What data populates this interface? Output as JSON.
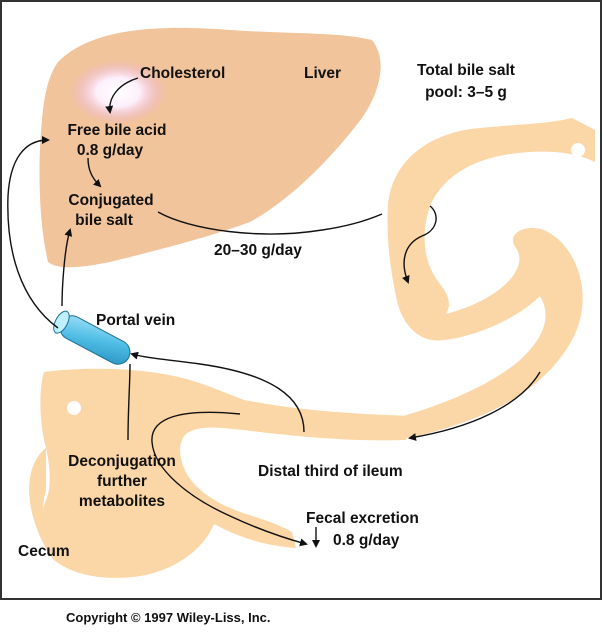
{
  "labels": {
    "cholesterol": "Cholesterol",
    "liver": "Liver",
    "total_pool_line1": "Total bile salt",
    "total_pool_line2": "pool: 3–5 g",
    "free_bile_acid_line1": "Free bile acid",
    "free_bile_acid_line2": "0.8 g/day",
    "conjugated_line1": "Conjugated",
    "conjugated_line2": "bile salt",
    "flow_rate": "20–30 g/day",
    "portal_vein": "Portal vein",
    "deconj_line1": "Deconjugation",
    "deconj_line2": "further",
    "deconj_line3": "metabolites",
    "distal_ileum": "Distal third of ileum",
    "fecal_line1": "Fecal excretion",
    "fecal_line2": "0.8 g/day",
    "cecum": "Cecum",
    "copyright": "Copyright © 1997 Wiley-Liss, Inc."
  },
  "colors": {
    "liver": "#f2c49c",
    "cholesterol_glow": "#e9a6e0",
    "intestine": "#fbd6a6",
    "portal_vein": "#5cc4ea",
    "frame": "#333333"
  }
}
